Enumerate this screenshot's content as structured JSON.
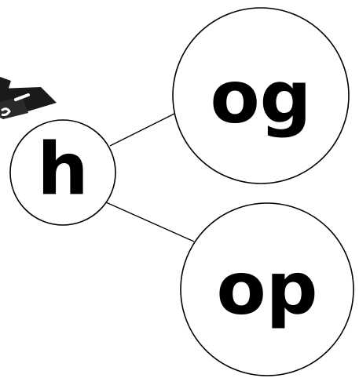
{
  "diagram": {
    "center_node": {
      "label": "h"
    },
    "branches": [
      {
        "label": "og"
      },
      {
        "label": "op"
      }
    ]
  },
  "colors": {
    "stroke": "#000000",
    "fill": "#ffffff",
    "text": "#000000",
    "icon_dark": "#1a1a1a"
  }
}
